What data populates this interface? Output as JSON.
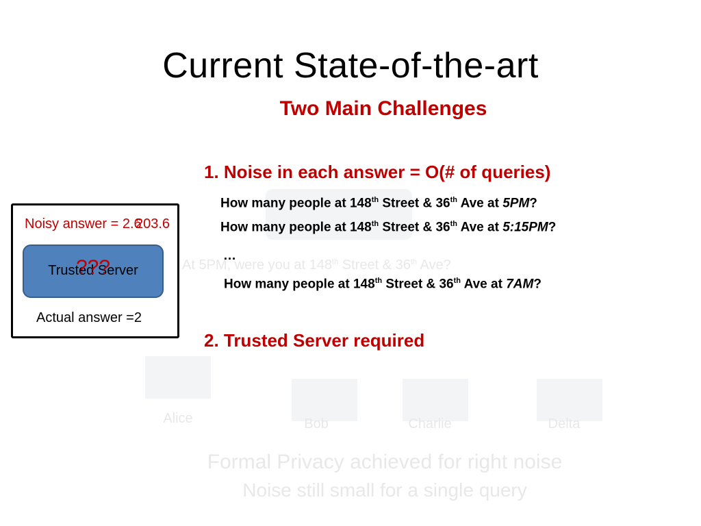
{
  "slide": {
    "title": "Current State-of-the-art",
    "subtitle": "Two Main Challenges",
    "challenge1": "1.  Noise in each answer = O(# of queries)",
    "challenge2": "2.  Trusted Server required",
    "queries": [
      {
        "prefix": "How many people at 148",
        "sup1": "th",
        "mid": " Street & 36",
        "sup2": "th",
        "suffix": " Ave at ",
        "time": "5PM",
        "end": "?"
      },
      {
        "prefix": "How many people at 148",
        "sup1": "th",
        "mid": " Street & 36",
        "sup2": "th",
        "suffix": " Ave at ",
        "time": "5:15PM",
        "end": "?"
      },
      {
        "prefix": "How many people at 148",
        "sup1": "th",
        "mid": " Street & 36",
        "sup2": "th",
        "suffix": " Ave at ",
        "time": "7AM",
        "end": "?"
      }
    ],
    "ellipsis": "…",
    "box": {
      "noisy_answer": "Noisy answer = 2.6",
      "noisy_overlap": "203.6",
      "server_label": "Trusted Server",
      "question_marks": "???",
      "actual_answer": "Actual answer =2"
    },
    "faded": {
      "question": "At 5PM, were you at 148",
      "question_sup": "th",
      "question_mid": " Street & 36",
      "question_sup2": "th",
      "question_end": " Ave?",
      "people": [
        "Alice",
        "Bob",
        "Charlie",
        "Delta"
      ],
      "footer1": "Formal Privacy achieved for right noise",
      "footer2": "Noise still small for a single query"
    }
  }
}
